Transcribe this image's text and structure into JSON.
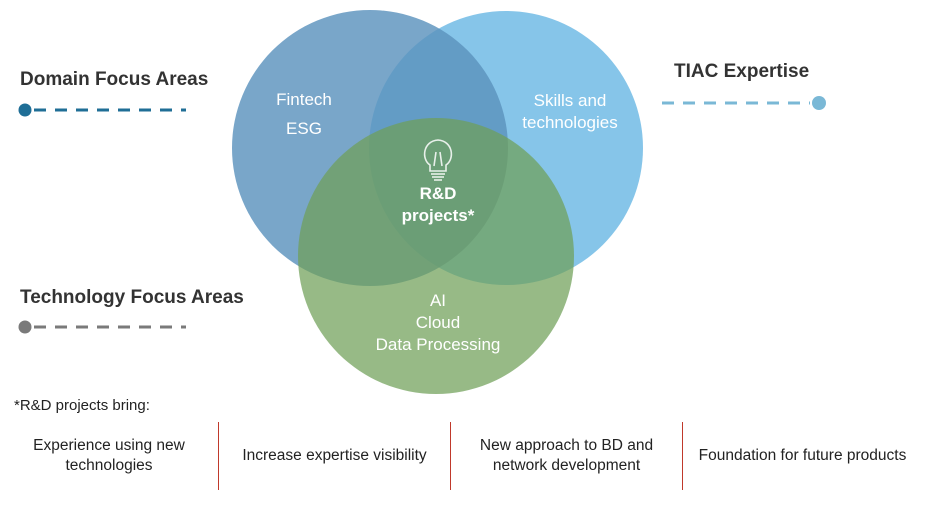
{
  "labels": {
    "domain": "Domain Focus Areas",
    "tiac": "TIAC Expertise",
    "technology": "Technology Focus Areas"
  },
  "circles": {
    "domain": {
      "items": [
        "Fintech",
        "ESG"
      ],
      "color": "#5b93bd"
    },
    "expertise": {
      "items": [
        "Skills and",
        "technologies"
      ],
      "color": "#6bb8e4"
    },
    "technology": {
      "items": [
        "AI",
        "Cloud",
        "Data Processing"
      ],
      "color": "#7eab6a"
    }
  },
  "center": {
    "icon": "lightbulb-icon",
    "line1": "R&D",
    "line2": "projects*"
  },
  "legend_lines": {
    "domain_color": "#1f6e96",
    "tiac_color": "#7ab8d6",
    "technology_color": "#7a7a7a"
  },
  "footnote": "*R&D projects bring:",
  "benefits": [
    "Experience using new technologies",
    "Increase expertise visibility",
    "New approach to BD and network development",
    "Foundation for future products"
  ],
  "divider_color": "#c0392b"
}
